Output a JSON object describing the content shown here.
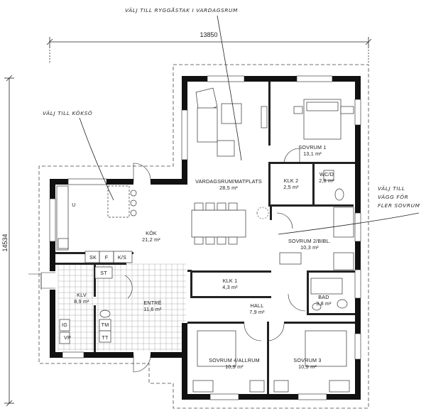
{
  "dimensions": {
    "width_label": "13850",
    "height_label": "14534"
  },
  "notes": [
    {
      "id": "roof",
      "text": "VÄLJ TILL RYGGÅSTAK I VARDAGSRUM"
    },
    {
      "id": "kitchen",
      "text": "VÄLJ TILL KÖKSÖ"
    },
    {
      "id": "wall1",
      "text": "VÄLJ TILL"
    },
    {
      "id": "wall2",
      "text": "VÄGG FÖR"
    },
    {
      "id": "wall3",
      "text": "FLER SOVRUM"
    }
  ],
  "rooms": [
    {
      "name": "VARDAGSRUM/MATPLATS",
      "area": "28,5 m²"
    },
    {
      "name": "SOVRUM 1",
      "area": "13,1 m²"
    },
    {
      "name": "KLK 2",
      "area": "2,5 m²"
    },
    {
      "name": "WC/D",
      "area": "2,8 m²"
    },
    {
      "name": "KÖK",
      "area": "21,2 m²"
    },
    {
      "name": "SOVRUM 2/BIBL.",
      "area": "10,3 m²"
    },
    {
      "name": "KLK 1",
      "area": "4,3 m²"
    },
    {
      "name": "BAD",
      "area": "3,8 m²"
    },
    {
      "name": "KLV",
      "area": "8,9 m²"
    },
    {
      "name": "ENTRÉ",
      "area": "11,6 m²"
    },
    {
      "name": "HALL",
      "area": "7,9 m²"
    },
    {
      "name": "SOVRUM 4/ALLRUM",
      "area": "10,9 m²"
    },
    {
      "name": "SOVRUM 3",
      "area": "10,9 m²"
    }
  ],
  "fixtures": [
    "U",
    "SK",
    "F",
    "K/S",
    "ST",
    "IG",
    "VP",
    "TM",
    "TT"
  ]
}
